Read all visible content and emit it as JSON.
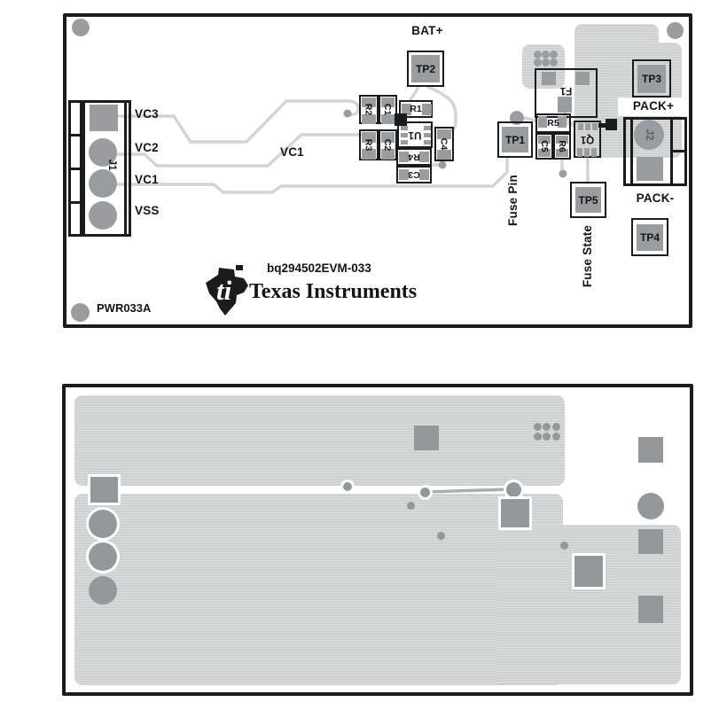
{
  "figure": {
    "description": "PCB assembly views, top silkscreen layer and bottom copper layer"
  },
  "colors": {
    "silkscreen_black": "#1b1b1b",
    "copper_pour": "#cdd0d0",
    "pad_gray_top": "#9a9da0",
    "pad_gray_bottom": "#95989b",
    "trace_gray": "#d4d4d4",
    "background": "#ffffff"
  },
  "board_top": {
    "j1": {
      "ref": "J1",
      "pin_labels": [
        "VC3",
        "VC2",
        "VC1",
        "VSS"
      ]
    },
    "net_labels": {
      "bat_plus": "BAT+",
      "vc1_mid": "VC1",
      "pack_plus": "PACK+",
      "pack_minus": "PACK-",
      "fuse_pin": "Fuse Pin",
      "fuse_state": "Fuse State"
    },
    "test_points": {
      "tp1": "TP1",
      "tp2": "TP2",
      "tp3": "TP3",
      "tp4": "TP4",
      "tp5": "TP5"
    },
    "components": {
      "r1": "R1",
      "r2": "R2",
      "r3": "R3",
      "r4": "R4",
      "r5": "R5",
      "r6": "R6",
      "c1": "C1",
      "c2": "C2",
      "c3": "C3",
      "c4": "C4",
      "c5": "C5",
      "u1": "U1",
      "q1": "Q1",
      "f1": "F1",
      "j2": "J2"
    },
    "legend": {
      "board_id": "PWR033A",
      "evm_name": "bq294502EVM-033",
      "brand": "Texas Instruments",
      "logo_text": "ti"
    }
  },
  "board_bottom": {
    "description": "bottom copper layer view, no silkscreen text"
  }
}
